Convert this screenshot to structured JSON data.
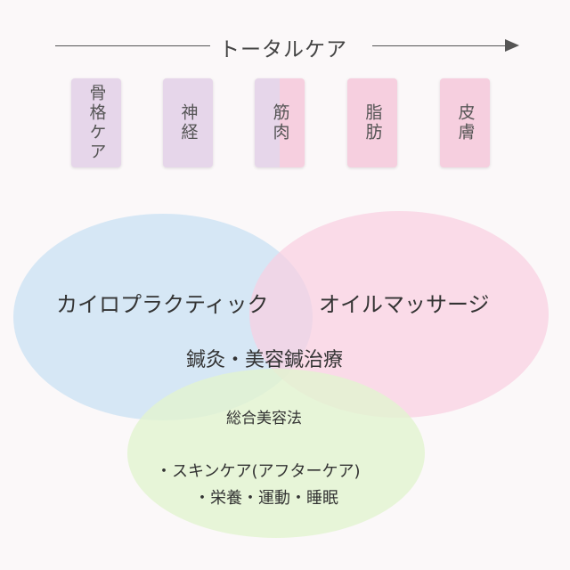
{
  "title": "トータルケア",
  "tags": [
    {
      "label": "骨格ケア",
      "color": "#e6d6ea"
    },
    {
      "label": "神経",
      "color": "#e6d6ea"
    },
    {
      "label": "筋肉",
      "color_left": "#e6d6ea",
      "color_right": "#f6cfdf"
    },
    {
      "label": "脂肪",
      "color": "#f6cfdf"
    },
    {
      "label": "皮膚",
      "color": "#f6cfdf"
    }
  ],
  "venn": {
    "blue_label": "カイロプラクティック",
    "pink_label": "オイルマッサージ",
    "center_label": "鍼灸・美容鍼治療",
    "green_title": "総合美容法",
    "green_line1": "・スキンケア(アフターケア)",
    "green_line2": "・栄養・運動・睡眠",
    "colors": {
      "blue": "#cfe4f4",
      "pink": "#f9cfe1",
      "green": "#e2f4d0"
    }
  }
}
